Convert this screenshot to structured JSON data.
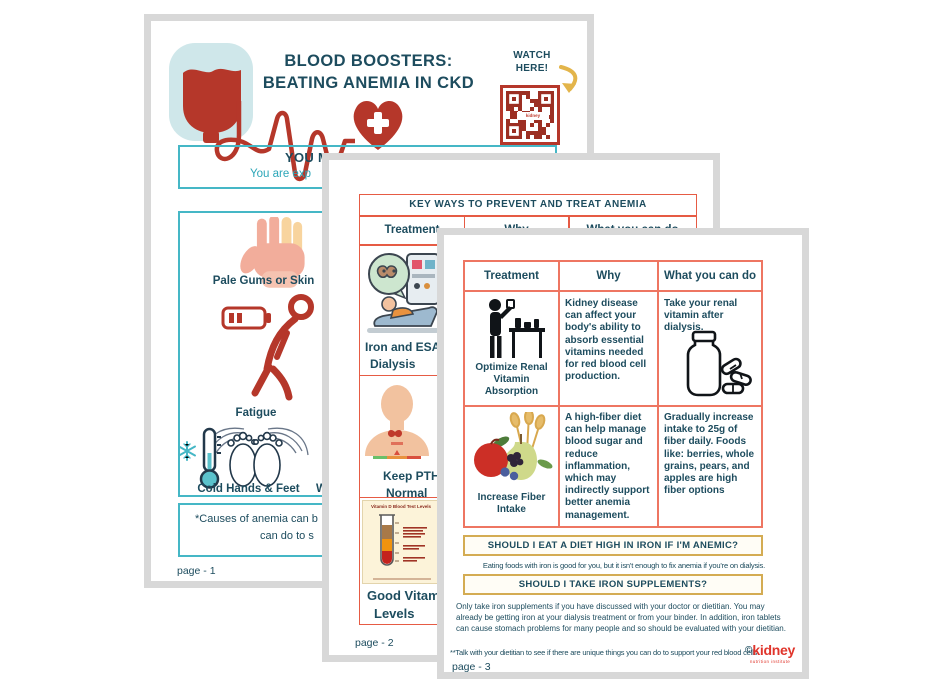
{
  "colors": {
    "navy": "#1d4c5e",
    "teal_border": "#45b7c6",
    "teal_text": "#2ca6b8",
    "icon_red": "#b5372a",
    "salmon_page2": "#e65b44",
    "salmon_page3": "#ee7662",
    "gold": "#d4ac53",
    "logo_red": "#e0352b"
  },
  "page1": {
    "title_line1": "BLOOD BOOSTERS:",
    "title_line2": "BEATING ANEMIA IN CKD",
    "watch_line1": "WATCH",
    "watch_line2": "HERE!",
    "qr_label": "kidney",
    "heading_fragment": "YOU M",
    "sub_fragment": "You are exp",
    "symptoms": [
      "Pale Gums or Skin",
      "Fatigue",
      "Cold Hands & Feet"
    ],
    "symptom_fragment": "W",
    "note_line1": "*Causes of anemia can b",
    "note_line2": "can do to s",
    "page_label": "page - 1"
  },
  "page2": {
    "table_title": "KEY WAYS TO PREVENT AND TREAT ANEMIA",
    "columns": [
      "Treatment",
      "Why",
      "What you can do"
    ],
    "rows": [
      {
        "line1": "Iron and ESA",
        "line2": "Dialysis"
      },
      {
        "line1": "Keep PTH",
        "line2": "Normal"
      },
      {
        "line1": "Good Vitam",
        "line2": "Levels"
      }
    ],
    "vitamin_card_title": "Vitamin D Blood Test Levels",
    "page_label": "page - 2"
  },
  "page3": {
    "columns": [
      "Treatment",
      "Why",
      "What you can do"
    ],
    "rows": [
      {
        "treatment": "Optimize Renal Vitamin Absorption",
        "why": "Kidney disease can affect your body's ability to absorb essential vitamins needed for red blood cell production.",
        "action": "Take your renal vitamin after dialysis."
      },
      {
        "treatment": "Increase Fiber Intake",
        "why": "A high-fiber diet can help manage blood sugar and reduce inflammation, which may indirectly support better anemia management.",
        "action": "Gradually increase intake to 25g of fiber daily. Foods like: berries, whole grains, pears, and apples are high fiber options"
      }
    ],
    "question1": "SHOULD I EAT A DIET HIGH IN IRON IF I'M ANEMIC?",
    "answer1": "Eating foods with iron is good for you, but it isn't enough to fix anemia if you're on dialysis.",
    "question2": "SHOULD I TAKE IRON SUPPLEMENTS?",
    "answer2": "Only take iron supplements if you have discussed with your doctor or dietitian. You may already be getting iron at your dialysis treatment or from your binder. In addition, iron tablets can cause stomach problems for many people and so should be evaluated with your dietitian.",
    "footnote": "**Talk with your dietitian to see if there are unique things you can do to support your red blood cells",
    "page_label": "page - 3",
    "logo_symbol": "©",
    "logo_name": "kidney",
    "logo_tagline": "nutrition institute"
  }
}
